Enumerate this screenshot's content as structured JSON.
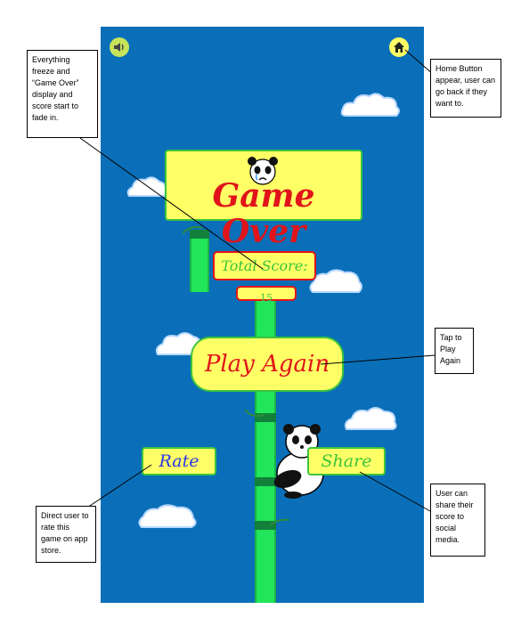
{
  "game_over": {
    "title": "Game Over"
  },
  "score": {
    "label": "Total Score:",
    "value": "15"
  },
  "buttons": {
    "play_again": "Play Again",
    "rate": "Rate",
    "share": "Share"
  },
  "callouts": {
    "freeze": "Everything freeze and “Game Over” display and score start to fade in.",
    "home": "Home Button appear, user can go back if they want to.",
    "play": "Tap to Play Again",
    "rate": "Direct user to rate this game on app store.",
    "share": "User can share their score to social media."
  },
  "icons": {
    "sound": "speaker-icon",
    "home": "home-icon"
  },
  "colors": {
    "background": "#0a6fb8",
    "panel": "#ffff66",
    "accent_red": "#e0141a",
    "bamboo": "#22e55a",
    "rate_text": "#2a35e8",
    "score_text": "#3cc43c"
  }
}
